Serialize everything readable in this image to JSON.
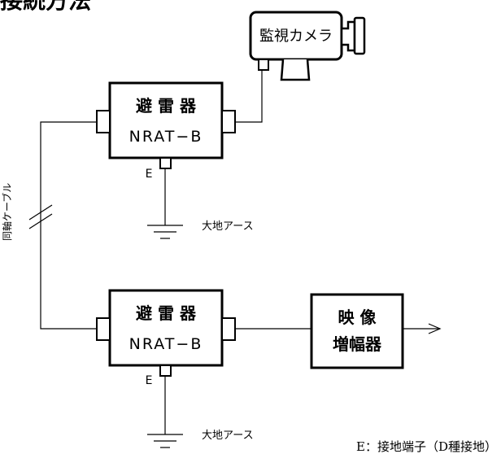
{
  "header": {
    "title": "接続方法"
  },
  "camera": {
    "label": "監視カメラ"
  },
  "arrester_top": {
    "name": "避 雷 器",
    "model": "NRAT−B",
    "terminal": "E"
  },
  "arrester_bottom": {
    "name": "避 雷 器",
    "model": "NRAT−B",
    "terminal": "E"
  },
  "amplifier": {
    "line1": "映 像",
    "line2": "増幅器"
  },
  "cable": {
    "label": "同軸ケーブル"
  },
  "ground_top": {
    "label": "大地アース"
  },
  "ground_bottom": {
    "label": "大地アース"
  },
  "legend": {
    "text": "E：接地端子（D種接地）"
  },
  "colors": {
    "line": "#000000",
    "background": "#ffffff"
  }
}
